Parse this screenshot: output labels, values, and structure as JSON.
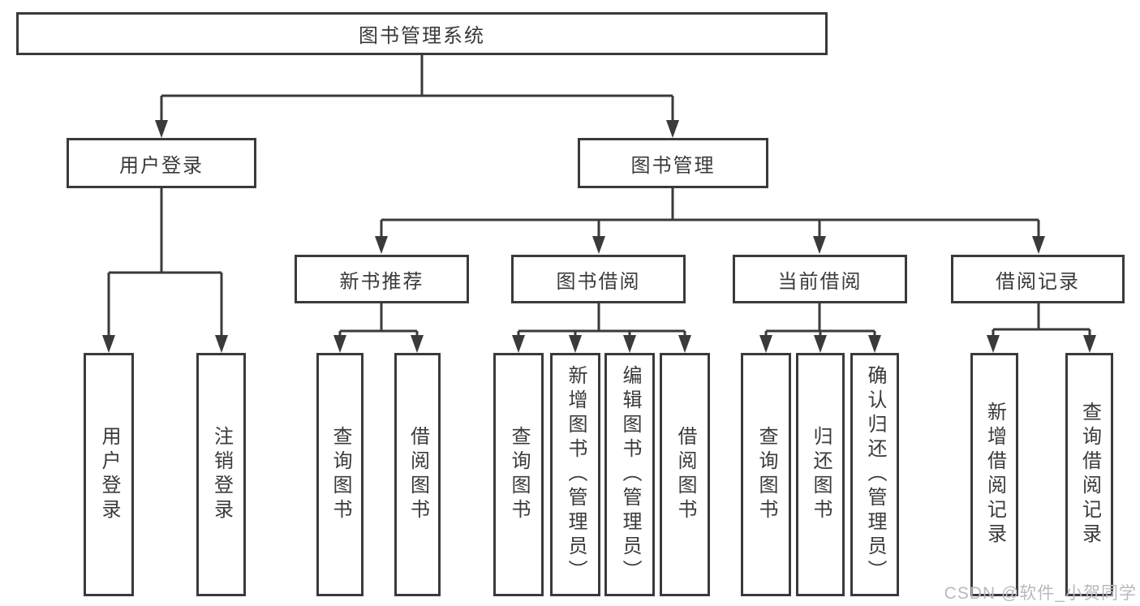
{
  "tree": {
    "label": "图书管理系统",
    "children": [
      {
        "label": "用户登录",
        "children": [
          {
            "label": "用户登录"
          },
          {
            "label": "注销登录"
          }
        ]
      },
      {
        "label": "图书管理",
        "children": [
          {
            "label": "新书推荐",
            "children": [
              {
                "label": "查询图书"
              },
              {
                "label": "借阅图书"
              }
            ]
          },
          {
            "label": "图书借阅",
            "children": [
              {
                "label": "查询图书"
              },
              {
                "label": "新增图书（管理员）"
              },
              {
                "label": "编辑图书（管理员）"
              },
              {
                "label": "借阅图书"
              }
            ]
          },
          {
            "label": "当前借阅",
            "children": [
              {
                "label": "查询图书"
              },
              {
                "label": "归还图书"
              },
              {
                "label": "确认归还（管理员）"
              }
            ]
          },
          {
            "label": "借阅记录",
            "children": [
              {
                "label": "新增借阅记录"
              },
              {
                "label": "查询借阅记录"
              }
            ]
          }
        ]
      }
    ]
  },
  "watermark": {
    "text": "CSDN @软件_小贺同学"
  },
  "colors": {
    "line": "#3a3a3c",
    "box_border": "#3a3a3c",
    "text": "#3a3a3c",
    "watermark": "#b9b9b9",
    "background": "#ffffff"
  }
}
